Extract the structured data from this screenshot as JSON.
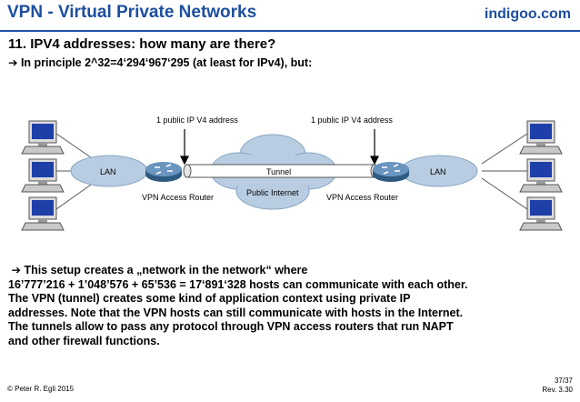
{
  "header": {
    "title": "VPN - Virtual Private Networks",
    "brand": "indigoo.com"
  },
  "slide": {
    "heading": "11. IPV4 addresses: how many are there?",
    "subline_arrow": "➔",
    "subline": " In principle 2^32=4‘294‘967‘295 (at least for IPv4), but:"
  },
  "diagram": {
    "left_ip_label": "1 public IP V4 address",
    "right_ip_label": "1 public IP V4 address",
    "left_lan": "LAN",
    "right_lan": "LAN",
    "tunnel_label": "Tunnel",
    "internet_label": "Public Internet",
    "left_router_label": "VPN Access Router",
    "right_router_label": "VPN Access Router",
    "colors": {
      "cloud": "#b9cde2",
      "lan_ellipse": "#b9cde2",
      "router": "#3f6f9b",
      "pc_screen": "#1f3fa8",
      "pc_body": "#c9c9c9"
    }
  },
  "body": {
    "arrow": "➔",
    "lines": [
      " This setup creates a „network in the network“ where",
      "16’777’216 + 1’048’576 + 65’536 = 17‘891‘328 hosts can communicate with each other.",
      "The VPN (tunnel) creates some kind of application context using private IP",
      "addresses. Note that the VPN hosts can still communicate with hosts in the Internet.",
      "The tunnels allow to pass any protocol through VPN access routers that run NAPT",
      "and other firewall functions."
    ]
  },
  "footer": {
    "copyright": "© Peter R. Egli 2015",
    "page": "37/37",
    "rev": "Rev. 3.30"
  }
}
